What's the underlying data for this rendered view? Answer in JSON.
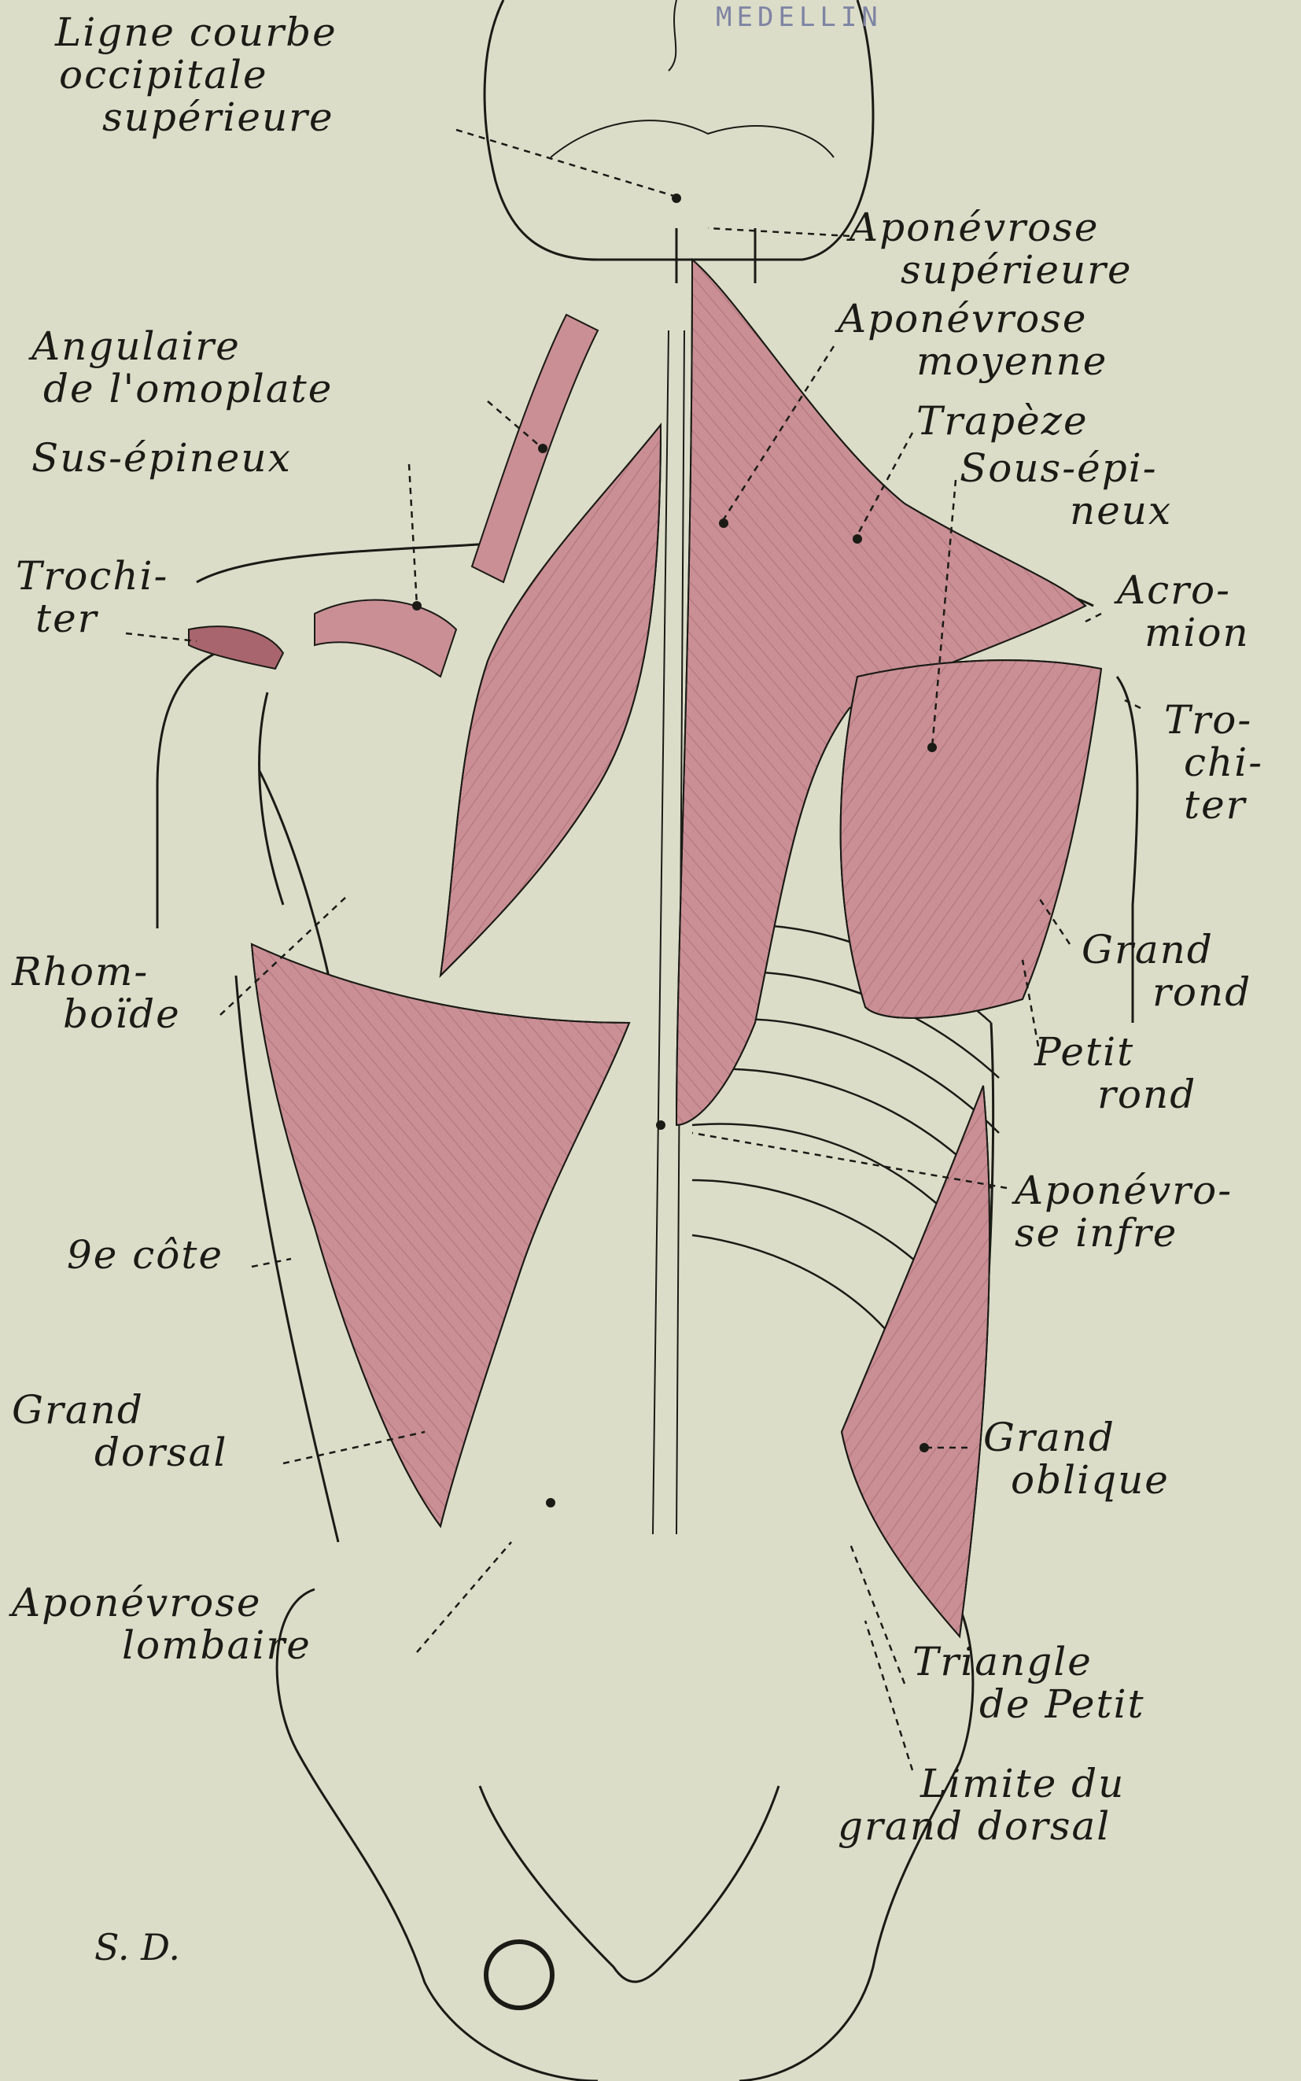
{
  "stamp": "MEDELLIN",
  "signature": "S. D.",
  "labels": {
    "ligne_courbe": [
      "Ligne courbe",
      "occipitale",
      "supérieure"
    ],
    "aponevrose_superieure": [
      "Aponévrose",
      "supérieure"
    ],
    "aponevrose_moyenne": [
      "Aponévrose",
      "moyenne"
    ],
    "angulaire": [
      "Angulaire",
      "de l'omoplate"
    ],
    "trapeze": "Trapèze",
    "sus_epineux": "Sus-épineux",
    "sous_epineux": [
      "Sous-épi-",
      "neux"
    ],
    "trochiter_left": [
      "Trochi-",
      "ter"
    ],
    "acromion": [
      "Acro-",
      "mion"
    ],
    "trochiter_right": [
      "Tro-",
      "chi-",
      "ter"
    ],
    "grand_rond": [
      "Grand",
      "rond"
    ],
    "rhomboide": [
      "Rhom-",
      "boïde"
    ],
    "petit_rond": [
      "Petit",
      "rond"
    ],
    "aponevrose_infre": [
      "Aponévro-",
      "se infre"
    ],
    "neuvieme_cote": "9e côte",
    "grand_dorsal": [
      "Grand",
      "dorsal"
    ],
    "grand_oblique": [
      "Grand",
      "oblique"
    ],
    "aponevrose_lombaire": [
      "Aponévrose",
      "lombaire"
    ],
    "triangle_petit": [
      "Triangle",
      "de Petit"
    ],
    "limite_grand_dorsal": [
      "Limite du",
      "grand dorsal"
    ]
  },
  "colors": {
    "paper": "#dcddc9",
    "muscle": "#c98f95",
    "muscle_dark": "#a8656e",
    "ink": "#1b1b16"
  }
}
